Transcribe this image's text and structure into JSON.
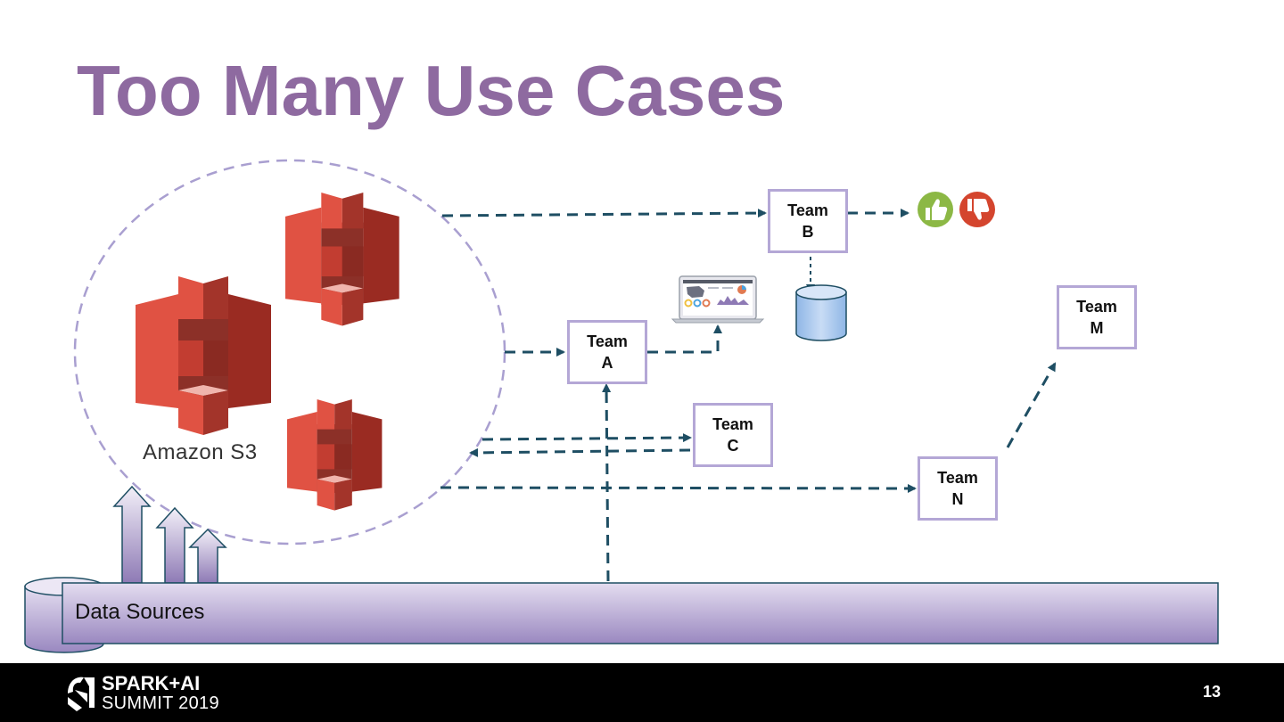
{
  "slide": {
    "title": "Too Many Use Cases",
    "page_number": "13"
  },
  "storage": {
    "label": "Amazon S3",
    "icon": "amazon-s3-icon"
  },
  "data_sources": {
    "label": "Data Sources"
  },
  "teams": {
    "a": {
      "line1": "Team",
      "line2": "A"
    },
    "b": {
      "line1": "Team",
      "line2": "B"
    },
    "c": {
      "line1": "Team",
      "line2": "C"
    },
    "n": {
      "line1": "Team",
      "line2": "N"
    },
    "m": {
      "line1": "Team",
      "line2": "M"
    }
  },
  "feedback": {
    "positive_icon": "thumbs-up-icon",
    "negative_icon": "thumbs-down-icon"
  },
  "brand": {
    "line1": "SPARK+AI",
    "line2": "SUMMIT 2019"
  },
  "colors": {
    "title": "#8e6aa0",
    "arrow": "#1e4e63",
    "team_border": "#b4a7d6",
    "s3_red": "#e05243",
    "thumbs_up": "#8cb845",
    "thumbs_down": "#d4452e"
  }
}
